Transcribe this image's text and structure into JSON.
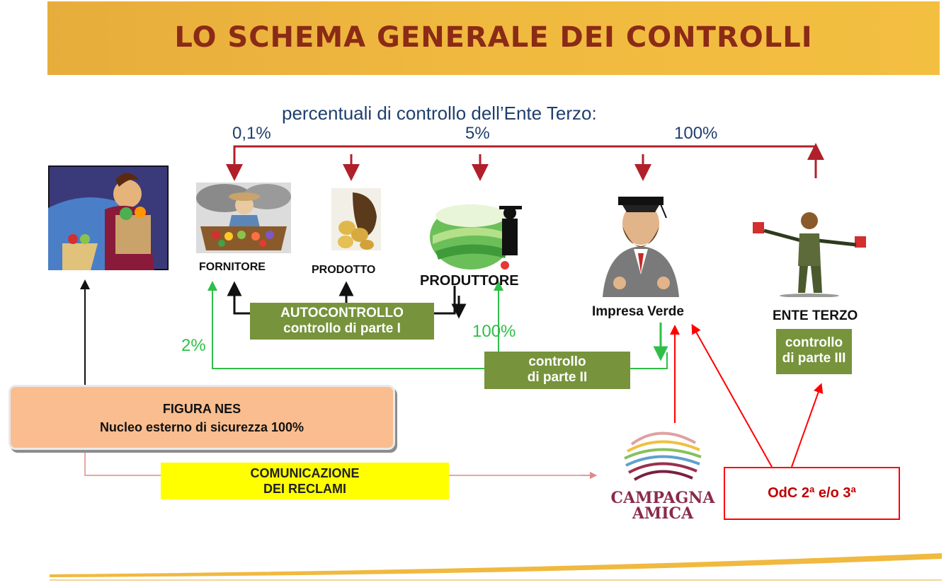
{
  "title": "LO SCHEMA GENERALE DEI CONTROLLI",
  "percent_header": "percentuali di controllo dell’Ente Terzo:",
  "percentages": {
    "p1": "0,1%",
    "p2": "5%",
    "p3": "100%"
  },
  "nodes": {
    "fornitore": "FORNITORE",
    "prodotto": "PRODOTTO",
    "produttore": "PRODUTTORE",
    "impresa_verde": "Impresa Verde",
    "ente_terzo": "ENTE TERZO"
  },
  "autocontrollo": {
    "line1": "AUTOCONTROLLO",
    "line2": "controllo di parte I"
  },
  "parte2": {
    "line1": "controllo",
    "line2": "di parte II"
  },
  "parte3": {
    "line1": "controllo",
    "line2": "di parte III"
  },
  "pct_2": "2%",
  "pct_100_green": "100%",
  "nes": {
    "line1": "FIGURA NES",
    "line2": "Nucleo esterno di sicurezza 100%"
  },
  "reclami": {
    "line1": "COMUNICAZIONE",
    "line2": "DEI RECLAMI"
  },
  "campagna": {
    "line1": "CAMPAGNA",
    "line2": "AMICA"
  },
  "odc": "OdC 2ª e/o 3ª",
  "colors": {
    "banner": "#f0b93f",
    "title": "#8b2a16",
    "green_box": "#77933c",
    "dark_red_arrow": "#b0202a",
    "green_arrow": "#2fbf48",
    "red_arrow": "#ff0000"
  },
  "icons": [
    "shopper-icon",
    "market-vendor-icon",
    "potatoes-icon",
    "farmer-field-icon",
    "professor-icon",
    "flagman-icon",
    "campagna-amica-logo"
  ]
}
